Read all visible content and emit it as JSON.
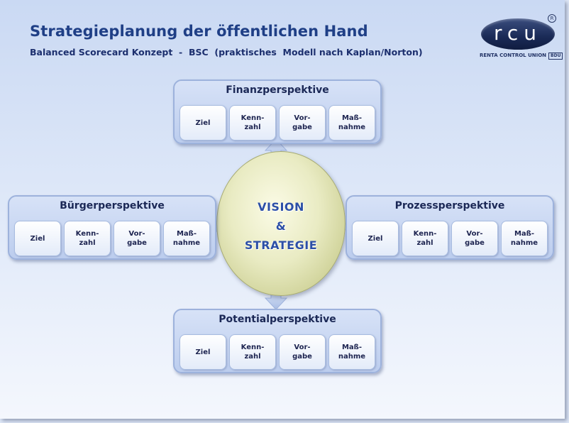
{
  "header": {
    "title": "Strategieplanung der öffentlichen Hand",
    "subtitle": "Balanced Scorecard Konzept  -  BSC  (praktisches  Modell nach Kaplan/Norton)"
  },
  "logo": {
    "text": "rcu",
    "registered": "R",
    "tagline": "RENTA CONTROL UNION",
    "badge": "BDU"
  },
  "center": {
    "line1": "VISION",
    "line2": "&",
    "line3": "STRATEGIE"
  },
  "perspectives": {
    "top": {
      "title": "Finanzperspektive",
      "cells": [
        "Ziel",
        "Kenn-\nzahl",
        "Vor-\ngabe",
        "Maß-\nnahme"
      ]
    },
    "left": {
      "title": "Bürgerperspektive",
      "cells": [
        "Ziel",
        "Kenn-\nzahl",
        "Vor-\ngabe",
        "Maß-\nnahme"
      ]
    },
    "right": {
      "title": "Prozessperspektive",
      "cells": [
        "Ziel",
        "Kenn-\nzahl",
        "Vor-\ngabe",
        "Maß-\nnahme"
      ]
    },
    "bottom": {
      "title": "Potentialperspektive",
      "cells": [
        "Ziel",
        "Kenn-\nzahl",
        "Vor-\ngabe",
        "Maß-\nnahme"
      ]
    }
  },
  "colors": {
    "title": "#1f3f86",
    "panel": "#bccdee",
    "arrow": "#b9cbeb",
    "center_text": "#2c4fa6",
    "ellipse": "#e9ebc3"
  }
}
